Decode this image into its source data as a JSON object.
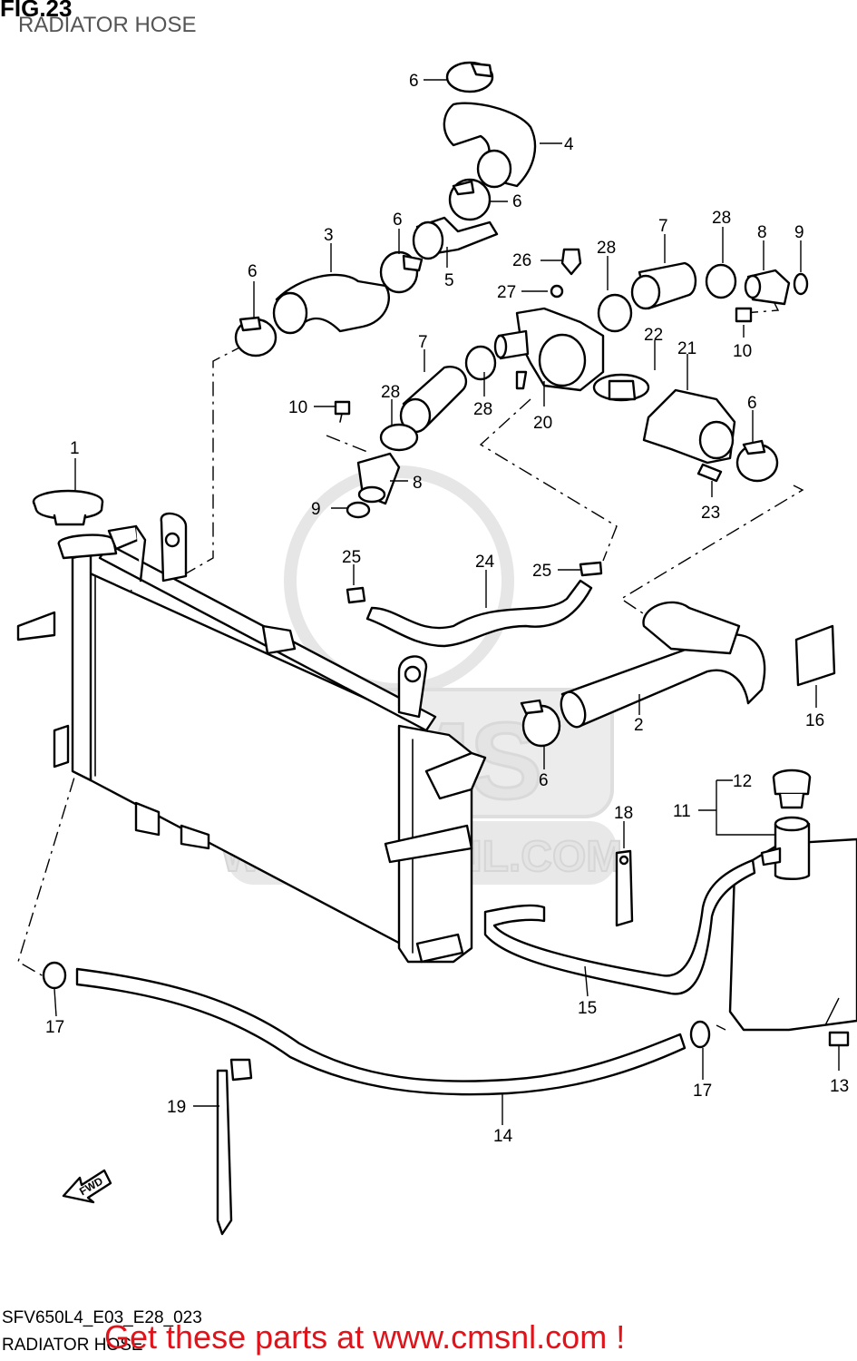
{
  "title": "FIG.23",
  "subtitle": "RADIATOR HOSE",
  "footer": {
    "code": "SFV650L4_E03_E28_023",
    "name": "RADIATOR HOSE"
  },
  "promo": "Get these parts at www.cmsnl.com !",
  "watermark": {
    "logo_text": "CMS",
    "url_text": "WWW.CMSNL.COM"
  },
  "fwd_label": "FWD",
  "callouts": {
    "c1": "1",
    "c2": "2",
    "c3": "3",
    "c4": "4",
    "c5": "5",
    "c6a": "6",
    "c6b": "6",
    "c6c": "6",
    "c6d": "6",
    "c6e": "6",
    "c6f": "6",
    "c7a": "7",
    "c7b": "7",
    "c8a": "8",
    "c8b": "8",
    "c9a": "9",
    "c9b": "9",
    "c10a": "10",
    "c10b": "10",
    "c11": "11",
    "c12": "12",
    "c13": "13",
    "c14": "14",
    "c15": "15",
    "c16": "16",
    "c17a": "17",
    "c17b": "17",
    "c18": "18",
    "c19": "19",
    "c20": "20",
    "c21": "21",
    "c22": "22",
    "c23": "23",
    "c24": "24",
    "c25a": "25",
    "c25b": "25",
    "c26": "26",
    "c27": "27",
    "c28a": "28",
    "c28b": "28",
    "c28c": "28",
    "c28d": "28"
  }
}
